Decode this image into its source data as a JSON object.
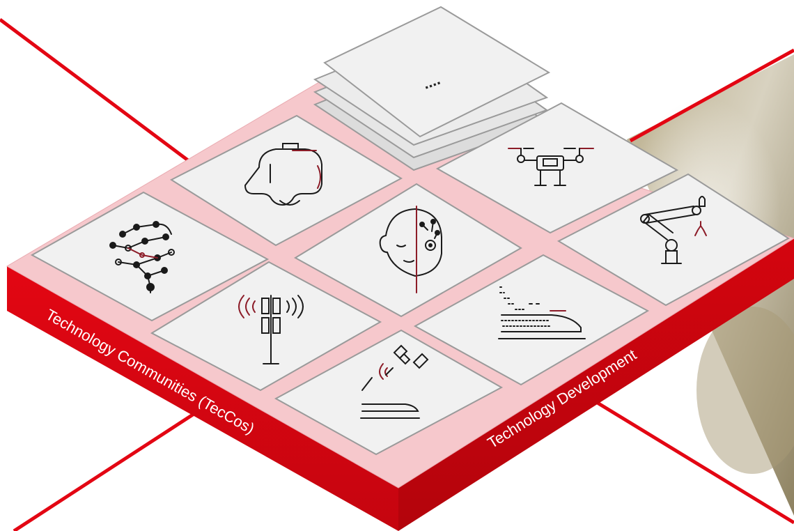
{
  "diagram": {
    "left_side_label": "Technology Communities (TecCos)",
    "right_side_label": "Technology Development",
    "more_tile_label": "....",
    "tiles": [
      {
        "id": "more",
        "icon": "ellipsis-icon"
      },
      {
        "id": "vr",
        "icon": "vr-headset-icon"
      },
      {
        "id": "drone",
        "icon": "drone-icon"
      },
      {
        "id": "ai",
        "icon": "ai-brain-icon"
      },
      {
        "id": "cyborg",
        "icon": "humanoid-head-icon"
      },
      {
        "id": "robot",
        "icon": "robot-arm-icon"
      },
      {
        "id": "5g",
        "icon": "cell-tower-icon"
      },
      {
        "id": "train",
        "icon": "high-speed-train-icon"
      },
      {
        "id": "satellite",
        "icon": "satellite-train-icon"
      }
    ]
  },
  "colors": {
    "accent_red": "#e30613",
    "platform_top": "#f6c8cc",
    "tile_face": "#f1f1f1",
    "icon_stroke": "#1a1a1a",
    "icon_accent": "#8c1c28"
  }
}
